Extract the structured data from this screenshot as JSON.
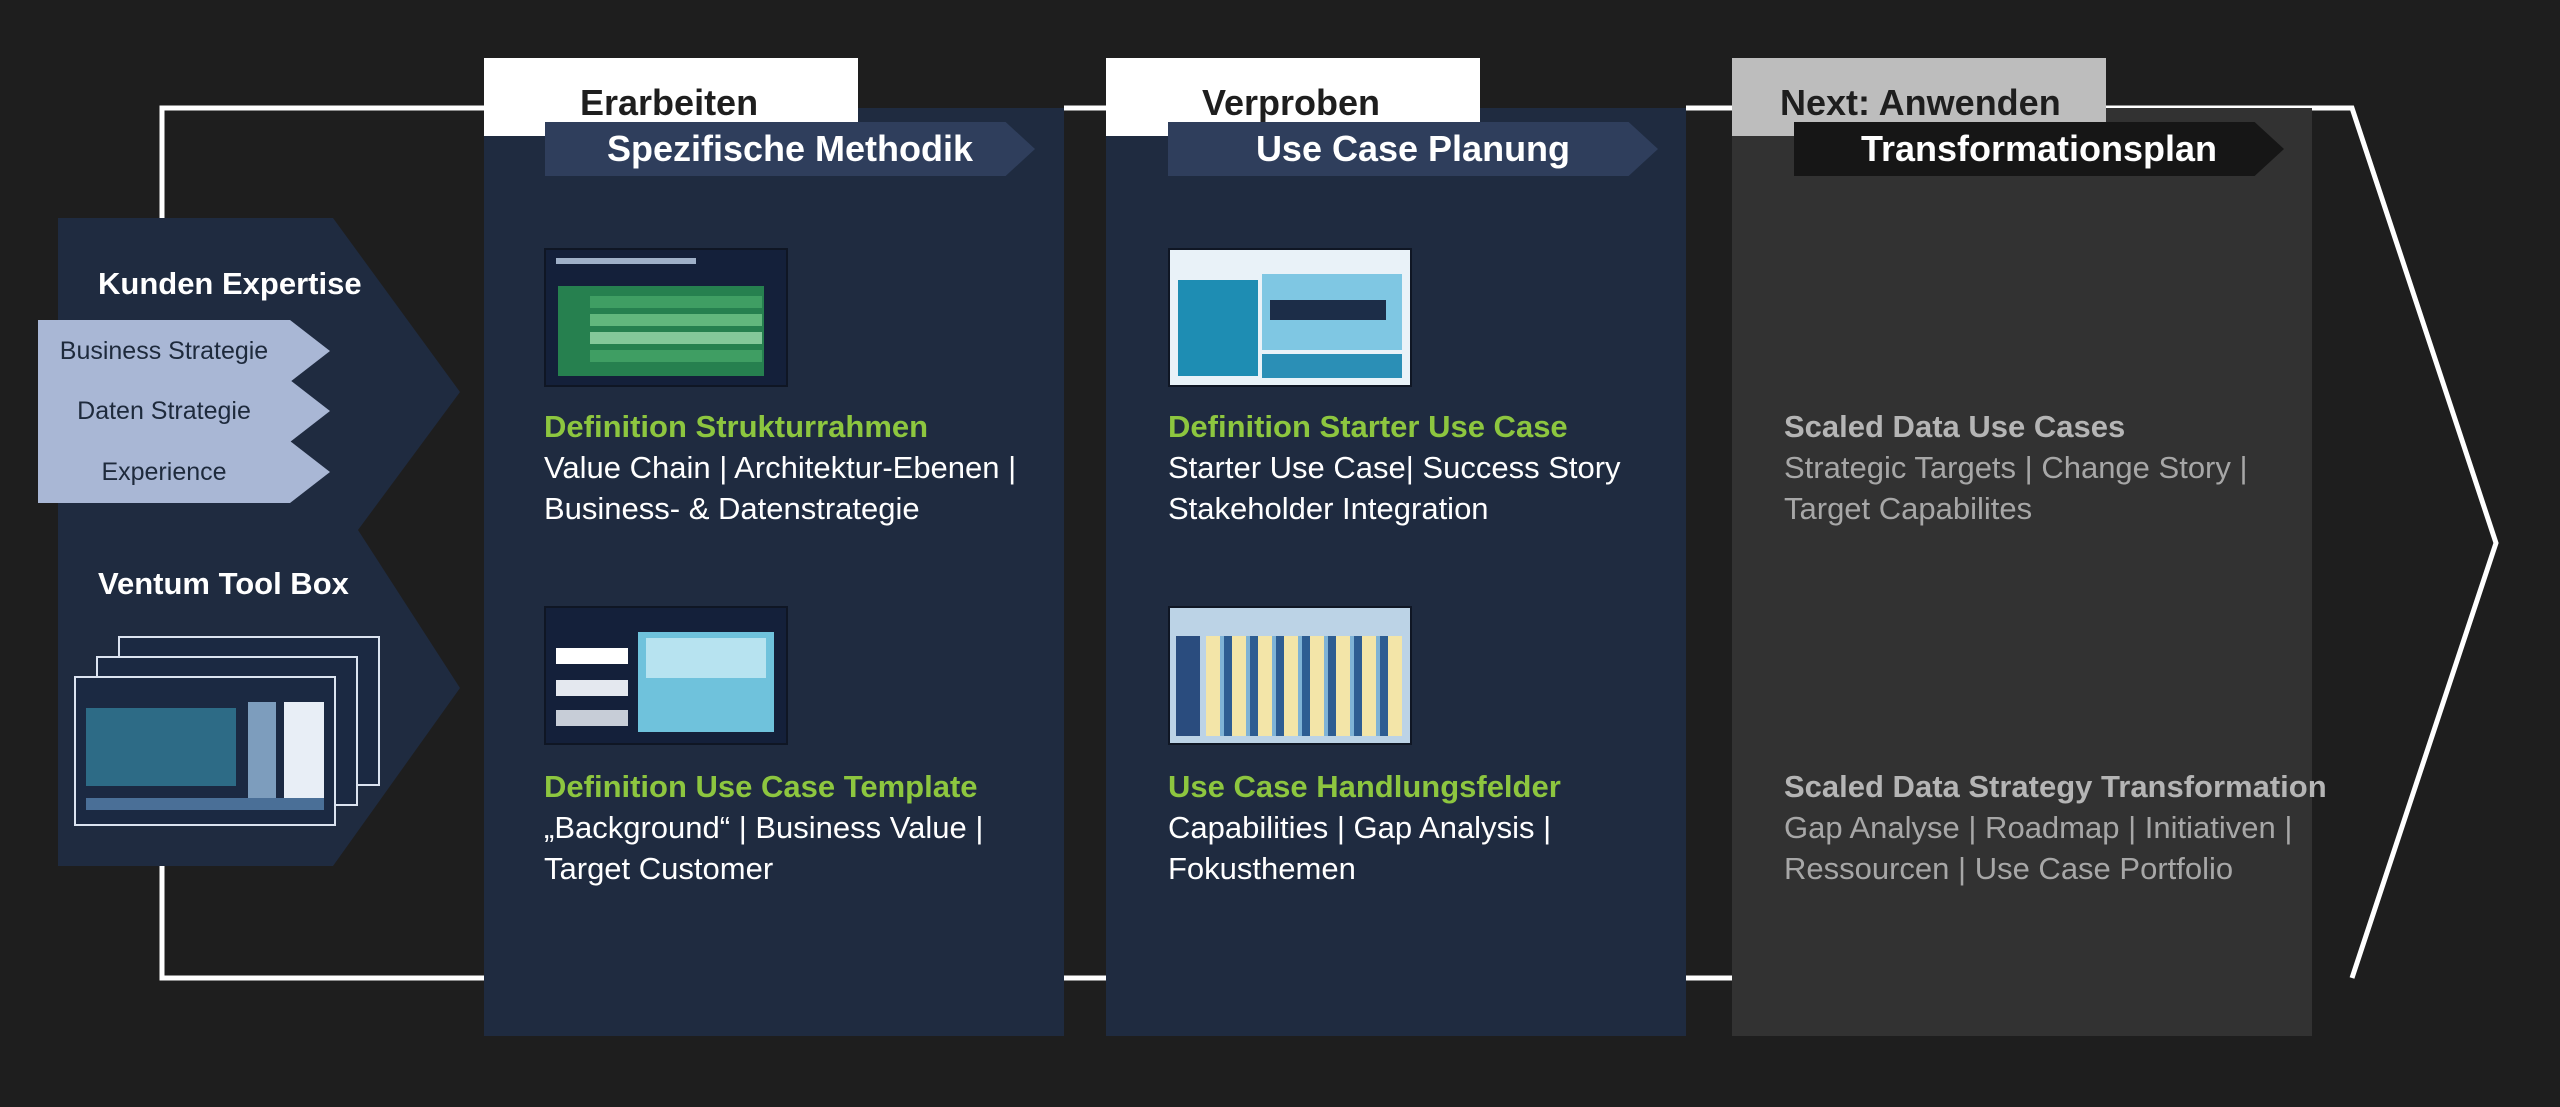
{
  "stages": [
    {
      "tab": "Erarbeiten",
      "ribbon": "Spezifische Methodik",
      "items": [
        {
          "head": "Definition Strukturrahmen",
          "lines": [
            "Value Chain | Architektur-Ebenen |",
            "Business- & Datenstrategie"
          ]
        },
        {
          "head": "Definition Use Case Template",
          "lines": [
            "„Background“ | Business Value |",
            "Target Customer"
          ]
        }
      ]
    },
    {
      "tab": "Verproben",
      "ribbon": "Use Case Planung",
      "items": [
        {
          "head": "Definition Starter Use Case",
          "lines": [
            "Starter Use Case| Success Story",
            "Stakeholder Integration"
          ]
        },
        {
          "head": "Use Case Handlungsfelder",
          "lines": [
            "Capabilities | Gap Analysis |",
            "Fokusthemen"
          ]
        }
      ]
    },
    {
      "tab": "Next: Anwenden",
      "ribbon": "Transformationsplan",
      "items": [
        {
          "head": "Scaled Data Use Cases",
          "lines": [
            "Strategic Targets | Change Story |",
            "Target Capabilites"
          ]
        },
        {
          "head": "Scaled Data Strategy Transformation",
          "lines": [
            "Gap Analyse | Roadmap | Initiativen |",
            "Ressourcen | Use Case Portfolio"
          ]
        }
      ]
    }
  ],
  "left": {
    "expertise_title": "Kunden Expertise",
    "expertise_items": [
      "Business Strategie",
      "Daten Strategie",
      "Experience"
    ],
    "toolbox_title": "Ventum Tool Box"
  },
  "colors": {
    "background": "#1e1e1e",
    "panel": "#1f2b40",
    "panel_next": "#323232",
    "accent_green": "#8dc63f",
    "pill": "#a9b7d5",
    "ribbon": "#2f3e5c"
  }
}
